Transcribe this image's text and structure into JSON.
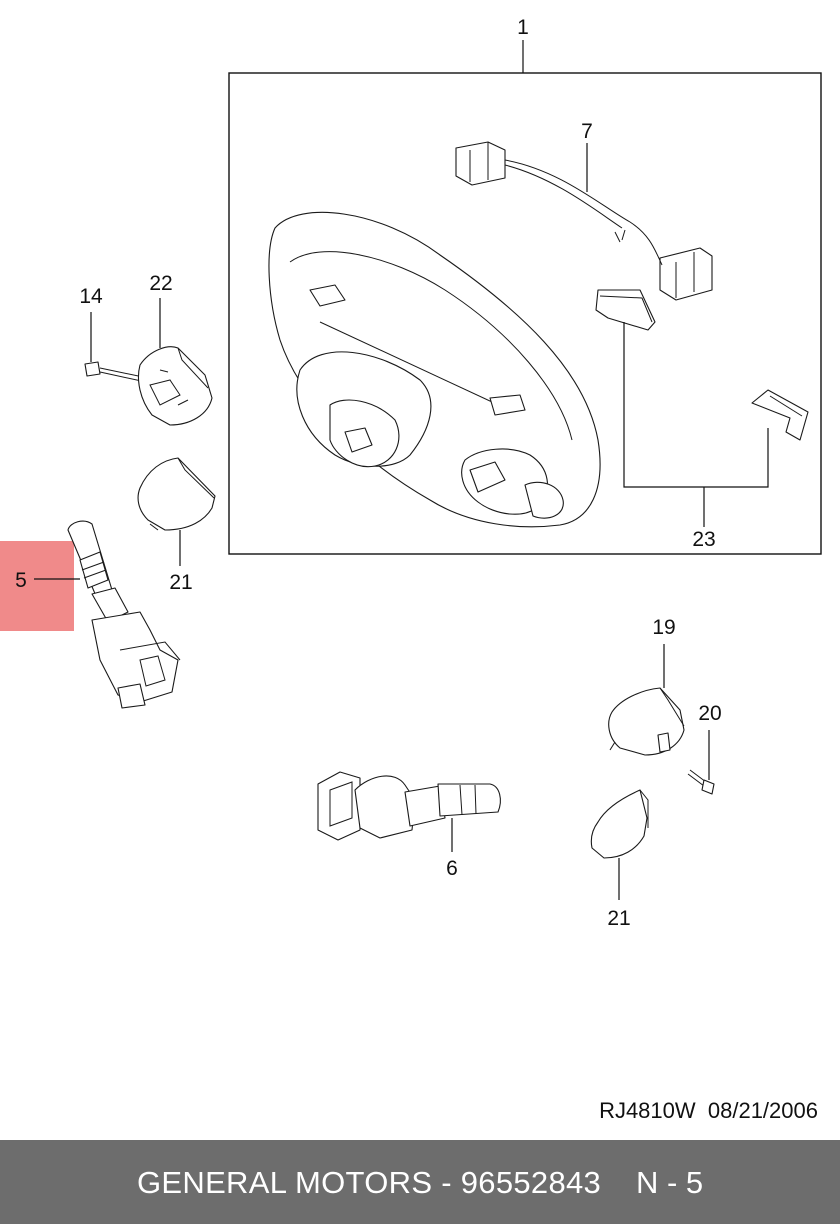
{
  "callouts": {
    "c1": "1",
    "c7": "7",
    "c14": "14",
    "c22": "22",
    "c21a": "21",
    "c23": "23",
    "c5": "5",
    "c19": "19",
    "c20": "20",
    "c6": "6",
    "c21b": "21"
  },
  "highlight": {
    "color": "#f08a8a",
    "callout": "5"
  },
  "drawing_code": "RJ4810W  08/21/2006",
  "footer": {
    "brand_part": "GENERAL MOTORS - 96552843",
    "page": "N - 5",
    "background": "#6d6d6d",
    "text_color": "#ffffff"
  }
}
